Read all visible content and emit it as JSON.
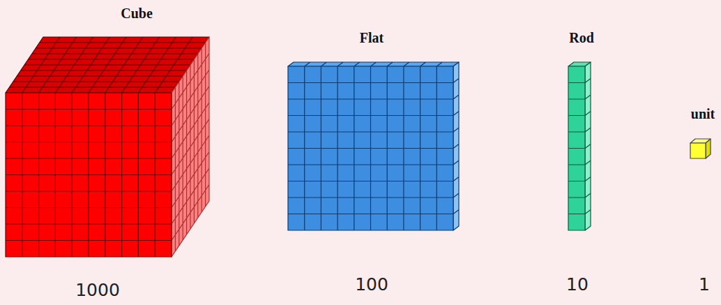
{
  "diagram": {
    "labels": [
      "Cube",
      "Flat",
      "Rod",
      "unit",
      "1000",
      "100",
      "10",
      "1"
    ]
  }
}
